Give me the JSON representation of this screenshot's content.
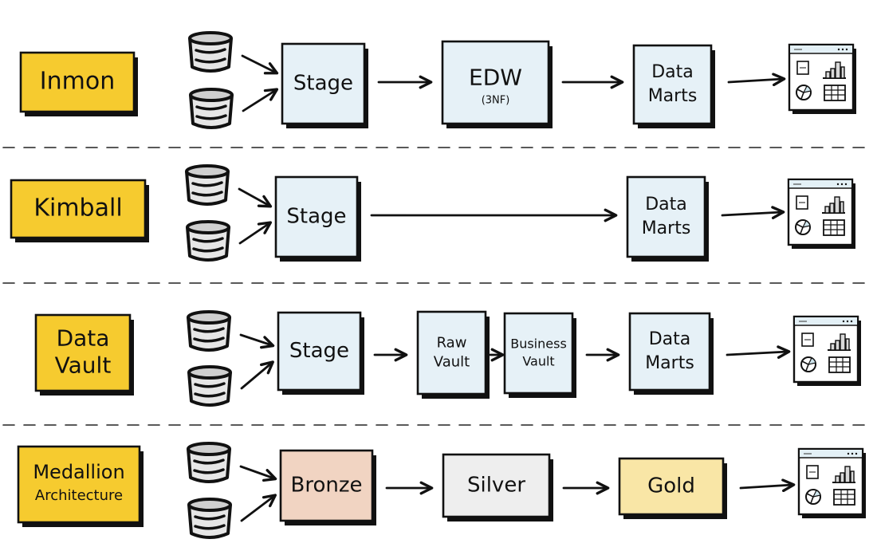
{
  "title": "Data Warehouse Architecture Approaches",
  "colors": {
    "label_yellow": "#F6CB2F",
    "box_blue": "#E6F1F7",
    "box_bronze": "#F1D4C2",
    "box_silver": "#EEEEEE",
    "box_gold": "#F9E6A6",
    "ink": "#111111",
    "db_gray": "#D9D9D9"
  },
  "rows": [
    {
      "id": "inmon",
      "label": [
        "Inmon"
      ],
      "sources": [
        "source-database",
        "source-database"
      ],
      "stages": [
        {
          "id": "stage",
          "lines": [
            "Stage"
          ],
          "color": "box_blue"
        },
        {
          "id": "edw",
          "lines": [
            "EDW",
            "(3NF)"
          ],
          "color": "box_blue"
        },
        {
          "id": "data-marts",
          "lines": [
            "Data",
            "Marts"
          ],
          "color": "box_blue"
        }
      ],
      "output": "dashboard"
    },
    {
      "id": "kimball",
      "label": [
        "Kimball"
      ],
      "sources": [
        "source-database",
        "source-database"
      ],
      "stages": [
        {
          "id": "stage",
          "lines": [
            "Stage"
          ],
          "color": "box_blue"
        },
        {
          "id": "data-marts",
          "lines": [
            "Data",
            "Marts"
          ],
          "color": "box_blue"
        }
      ],
      "output": "dashboard"
    },
    {
      "id": "data-vault",
      "label": [
        "Data",
        "Vault"
      ],
      "sources": [
        "source-database",
        "source-database"
      ],
      "stages": [
        {
          "id": "stage",
          "lines": [
            "Stage"
          ],
          "color": "box_blue"
        },
        {
          "id": "raw-vault",
          "lines": [
            "Raw",
            "Vault"
          ],
          "color": "box_blue"
        },
        {
          "id": "business-vault",
          "lines": [
            "Business",
            "Vault"
          ],
          "color": "box_blue"
        },
        {
          "id": "data-marts",
          "lines": [
            "Data",
            "Marts"
          ],
          "color": "box_blue"
        }
      ],
      "output": "dashboard"
    },
    {
      "id": "medallion",
      "label": [
        "Medallion",
        "Architecture"
      ],
      "sources": [
        "source-database",
        "source-database"
      ],
      "stages": [
        {
          "id": "bronze",
          "lines": [
            "Bronze"
          ],
          "color": "box_bronze"
        },
        {
          "id": "silver",
          "lines": [
            "Silver"
          ],
          "color": "box_silver"
        },
        {
          "id": "gold",
          "lines": [
            "Gold"
          ],
          "color": "box_gold"
        }
      ],
      "output": "dashboard"
    }
  ]
}
